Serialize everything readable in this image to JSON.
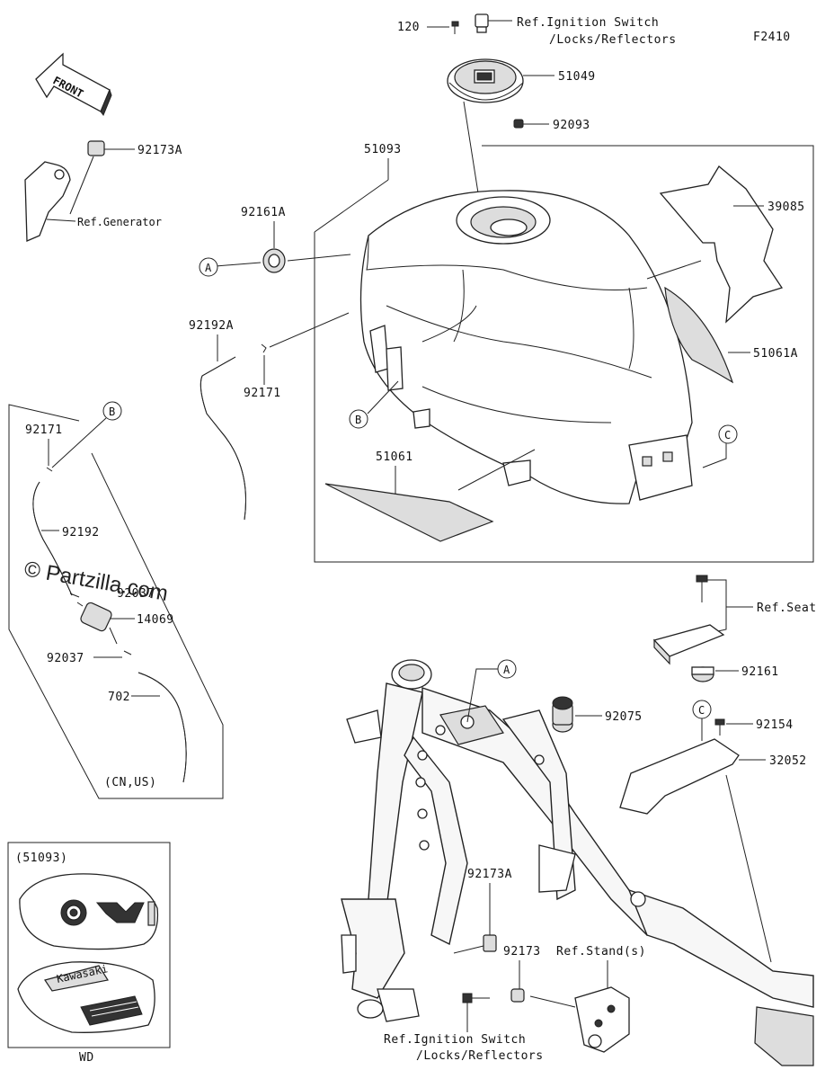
{
  "figure_code": "F2410",
  "front_label": "FRONT",
  "watermark": "© Partzilla.com",
  "callouts": {
    "a": "A",
    "b": "B",
    "c": "C"
  },
  "parts": {
    "p120": "120",
    "ref_ignition_top_1": "Ref.Ignition Switch",
    "ref_ignition_top_2": "/Locks/Reflectors",
    "p51049": "51049",
    "p92093": "92093",
    "p92173A_top": "92173A",
    "ref_generator": "Ref.Generator",
    "p51093": "51093",
    "p92161A": "92161A",
    "p39085": "39085",
    "p92192A": "92192A",
    "p92171_center": "92171",
    "p51061A": "51061A",
    "p51061": "51061",
    "p92171_box": "92171",
    "p92192": "92192",
    "p92037_upper": "92037",
    "p14069": "14069",
    "p92037_lower": "92037",
    "p702": "702",
    "cn_us": "(CN,US)",
    "ref_seat": "Ref.Seat",
    "p92161": "92161",
    "p92075": "92075",
    "p92154": "92154",
    "p32052": "32052",
    "p92173A_bottom": "92173A",
    "p92173": "92173",
    "ref_stand": "Ref.Stand(s)",
    "ref_ignition_bottom_1": "Ref.Ignition Switch",
    "ref_ignition_bottom_2": "/Locks/Reflectors",
    "inset_title": "(51093)",
    "inset_logo": "Kawasaki",
    "wd": "WD"
  }
}
